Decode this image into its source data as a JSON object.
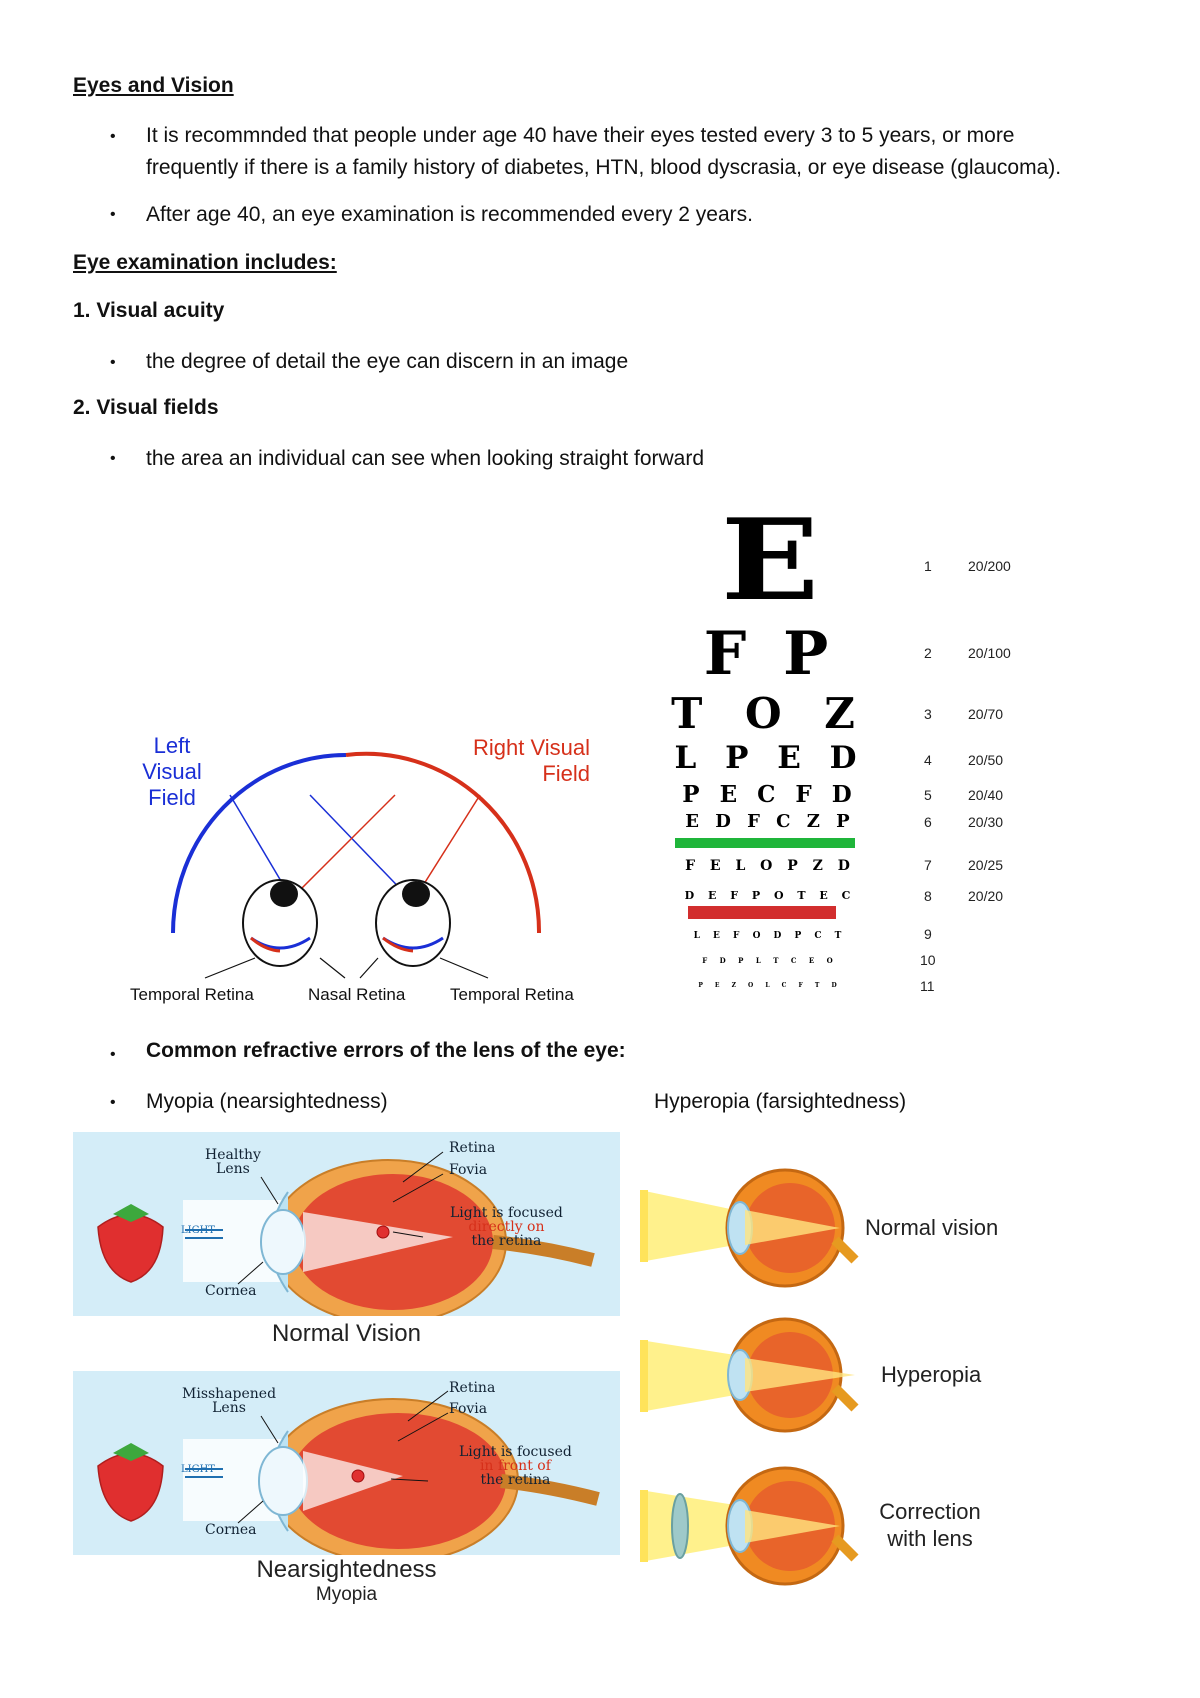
{
  "title": "Eyes and Vision",
  "intro_bullets": [
    {
      "line1": "It is recommnded that people under age 40 have their eyes  tested every 3 to 5 years, or more",
      "line2": "frequently if there is a family history of diabetes, HTN, blood dyscrasia, or eye disease (glaucoma)."
    },
    {
      "line1": "After age 40, an eye examination is recommended every 2 years.",
      "line2": ""
    }
  ],
  "exam_heading": "Eye examination includes:",
  "sections": [
    {
      "heading": "1. Visual acuity",
      "bullet": "the degree of detail the eye can discern in an image"
    },
    {
      "heading": "2. Visual fields",
      "bullet": "the area an individual can see when looking straight forward"
    }
  ],
  "visual_field_figure": {
    "left_label_line1": "Left Visual",
    "left_label_line2": "Field",
    "right_label_line1": "Right Visual",
    "right_label_line2": "Field",
    "temporal_left": "Temporal Retina",
    "nasal": "Nasal Retina",
    "temporal_right": "Temporal Retina",
    "colors": {
      "left": "#1a2fd6",
      "right": "#d6301a"
    }
  },
  "snellen_chart": {
    "rows": [
      {
        "letters": "E",
        "line": "1",
        "acuity": "20/200"
      },
      {
        "letters": "F P",
        "line": "2",
        "acuity": "20/100"
      },
      {
        "letters": "T O Z",
        "line": "3",
        "acuity": "20/70"
      },
      {
        "letters": "L P E D",
        "line": "4",
        "acuity": "20/50"
      },
      {
        "letters": "P E C F D",
        "line": "5",
        "acuity": "20/40"
      },
      {
        "letters": "E D F C Z P",
        "line": "6",
        "acuity": "20/30"
      },
      {
        "letters": "F E L O P Z D",
        "line": "7",
        "acuity": "20/25"
      },
      {
        "letters": "D E F P O T E C",
        "line": "8",
        "acuity": "20/20"
      },
      {
        "letters": "L E F O D P C T",
        "line": "9",
        "acuity": ""
      },
      {
        "letters": "F D P L T C E O",
        "line": "10",
        "acuity": ""
      },
      {
        "letters": "P E Z O L C F T D",
        "line": "11",
        "acuity": ""
      }
    ],
    "colors": {
      "green_bar": "#1fb53a",
      "red_bar": "#d22e2e"
    }
  },
  "refractive": {
    "heading": "Common refractive errors of the lens of the eye:",
    "myopia_label": "Myopia (nearsightedness)",
    "hyperopia_label": "Hyperopia (farsightedness)"
  },
  "myopia_figure": {
    "top": {
      "lens_line1": "Healthy",
      "lens_line2": "Lens",
      "retina": "Retina",
      "fovia": "Fovia",
      "light_line1": "Light is focused",
      "light_line2": "directly on",
      "light_line3": "the retina",
      "light_arrow": "LIGHT",
      "cornea": "Cornea",
      "caption": "Normal Vision"
    },
    "bottom": {
      "lens_line1": "Misshapened",
      "lens_line2": "Lens",
      "retina": "Retina",
      "fovia": "Fovia",
      "light_line1": "Light is focused",
      "light_line2": "in front of",
      "light_line3": "the retina",
      "light_arrow": "LIGHT",
      "cornea": "Cornea",
      "caption": "Nearsightedness",
      "subcaption": "Myopia"
    },
    "panel_color": "#d4edf8"
  },
  "hyperopia_figure": {
    "labels": [
      {
        "line1": "Normal vision",
        "line2": ""
      },
      {
        "line1": "Hyperopia",
        "line2": ""
      },
      {
        "line1": "Correction",
        "line2": "with lens"
      }
    ]
  }
}
